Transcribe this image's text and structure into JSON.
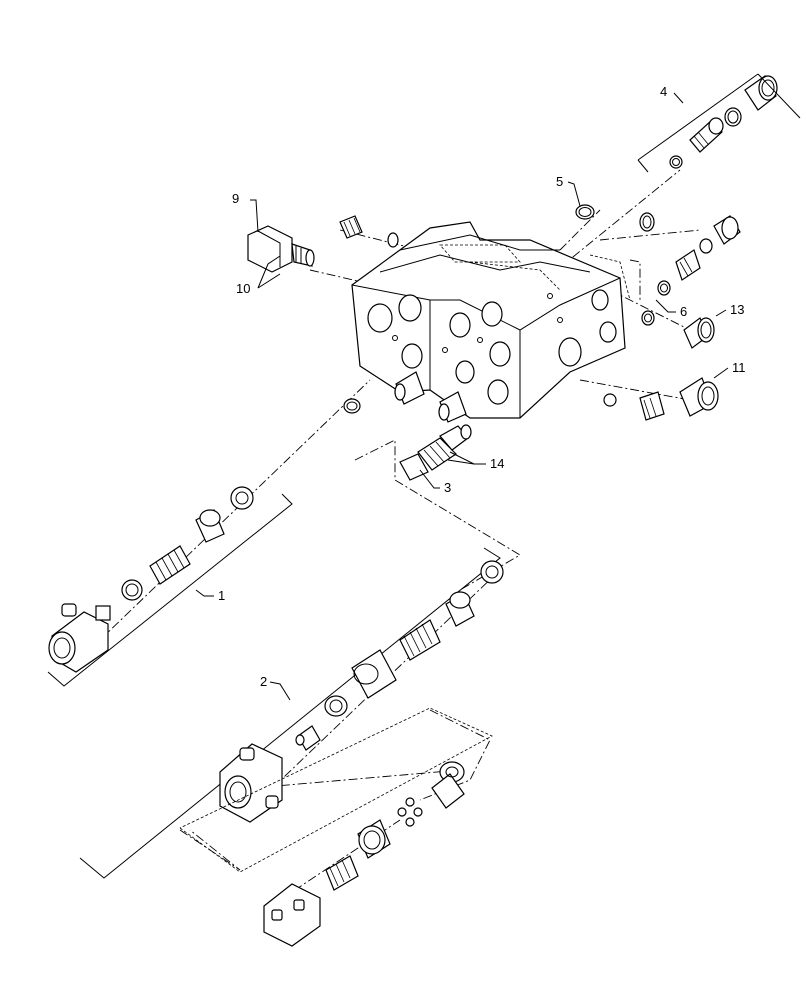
{
  "callouts": {
    "c1": "1",
    "c2": "2",
    "c3": "3",
    "c4": "4",
    "c5": "5",
    "c6": "6",
    "c9": "9",
    "c10": "10",
    "c11": "11",
    "c13": "13",
    "c14": "14"
  }
}
